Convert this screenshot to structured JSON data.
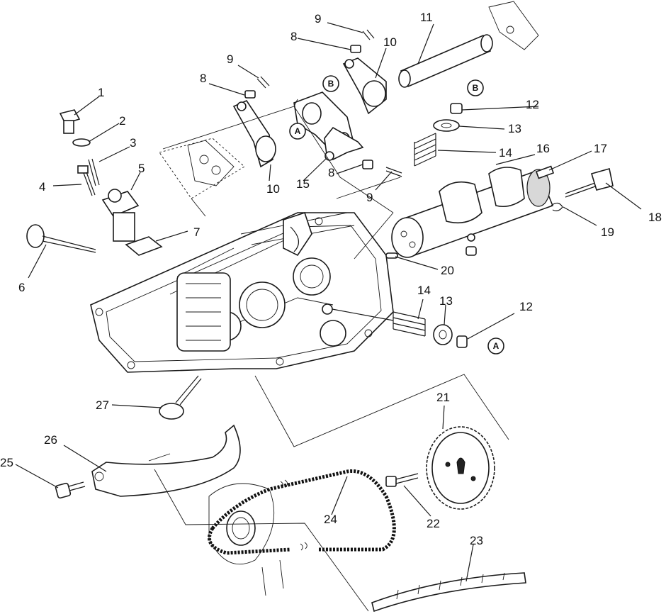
{
  "callouts": [
    "1",
    "2",
    "3",
    "4",
    "5",
    "6",
    "7",
    "8",
    "8",
    "8",
    "9",
    "9",
    "9",
    "10",
    "10",
    "11",
    "12",
    "12",
    "13",
    "13",
    "14",
    "14",
    "15",
    "16",
    "17",
    "18",
    "19",
    "20",
    "21",
    "22",
    "23",
    "24",
    "25",
    "26",
    "27"
  ],
  "refs": {
    "a": "A",
    "b": "B"
  }
}
